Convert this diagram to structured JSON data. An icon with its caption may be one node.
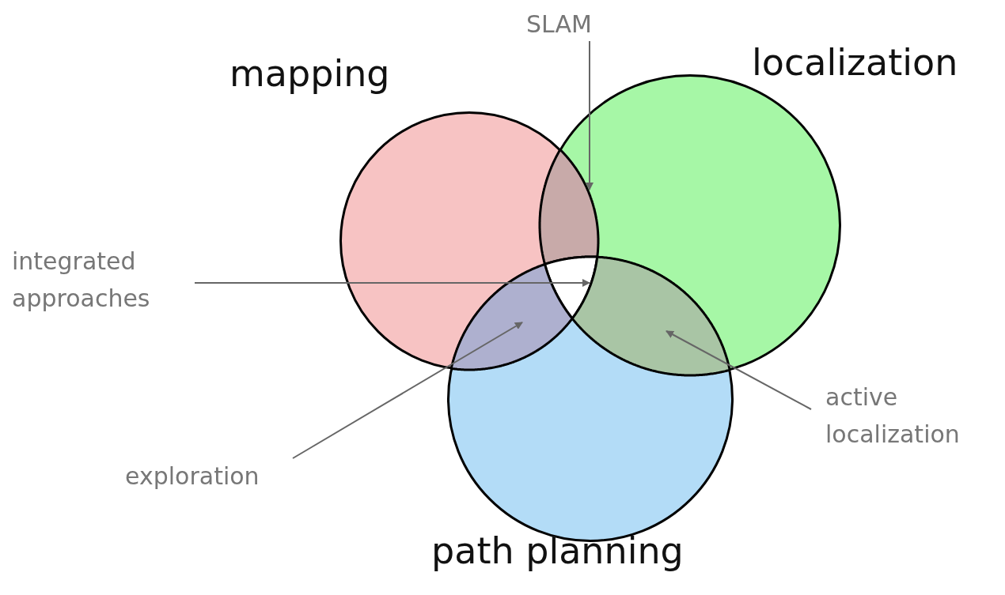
{
  "diagram": {
    "nodes": [
      {
        "text": [
          "mapping"
        ]
      },
      {
        "text": [
          "localization"
        ]
      },
      {
        "text": [
          "path planning"
        ]
      },
      {
        "text": [
          "SLAM"
        ]
      },
      {
        "text": [
          "integrated approaches"
        ]
      },
      {
        "text": [
          "exploration"
        ]
      },
      {
        "text": [
          "active localization"
        ]
      },
      {
        "text": [],
        "shape": "lens"
      },
      {
        "text": [],
        "shape": "triangle"
      },
      {
        "text": [],
        "shape": "lens"
      },
      {
        "text": [],
        "shape": "lens"
      }
    ],
    "edges": [
      {
        "from": 3,
        "to": 7,
        "arrow": "to"
      },
      {
        "from": 4,
        "to": 8,
        "arrow": "to"
      },
      {
        "from": 5,
        "to": 9,
        "arrow": "to"
      },
      {
        "from": 6,
        "to": 10,
        "arrow": "to"
      }
    ]
  }
}
